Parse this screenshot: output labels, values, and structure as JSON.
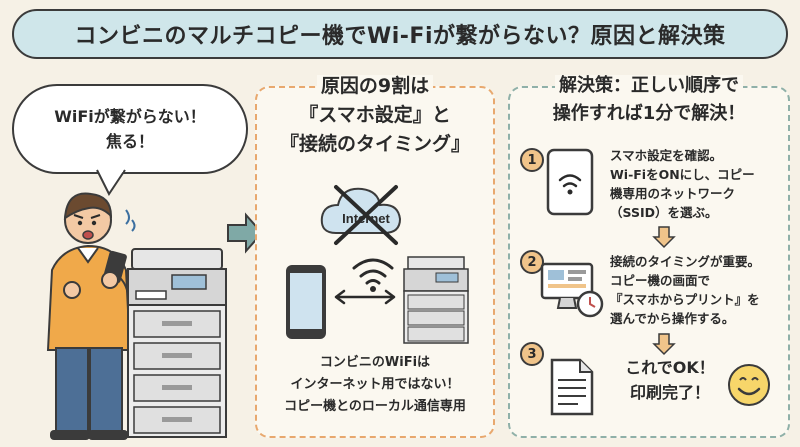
{
  "title": "コンビニのマルチコピー機でWi-Fiが繋がらない？原因と解決策",
  "bubble": {
    "line1": "WiFiが繋がらない！",
    "line2": "焦る！"
  },
  "cause": {
    "heading_line1": "原因の9割は",
    "heading_line2": "『スマホ設定』と",
    "heading_line3": "『接続のタイミング』",
    "cloud_label": "Internet",
    "caption_line1": "コンビニのWiFiは",
    "caption_line2": "インターネット用ではない！",
    "caption_line3": "コピー機とのローカル通信専用"
  },
  "solution": {
    "heading_line1": "解決策：正しい順序で",
    "heading_line2": "操作すれば1分で解決！",
    "steps": [
      {
        "number": "1",
        "line1": "スマホ設定を確認。",
        "line2": "Wi-FiをONにし、コピー",
        "line3": "機専用のネットワーク",
        "line4": "（SSID）を選ぶ。"
      },
      {
        "number": "2",
        "line1": "接続のタイミングが重要。",
        "line2": "コピー機の画面で",
        "line3": "『スマホからプリント』を",
        "line4": "選んでから操作する。"
      },
      {
        "number": "3",
        "line1": "これでOK！",
        "line2": "印刷完了！"
      }
    ]
  },
  "colors": {
    "background": "#f6f1e6",
    "title_bg": "#cfe6ea",
    "cause_border": "#e8a86e",
    "solution_border": "#8fb0a8",
    "step_badge": "#f0c48a",
    "arrow": "#7fa9a6"
  }
}
